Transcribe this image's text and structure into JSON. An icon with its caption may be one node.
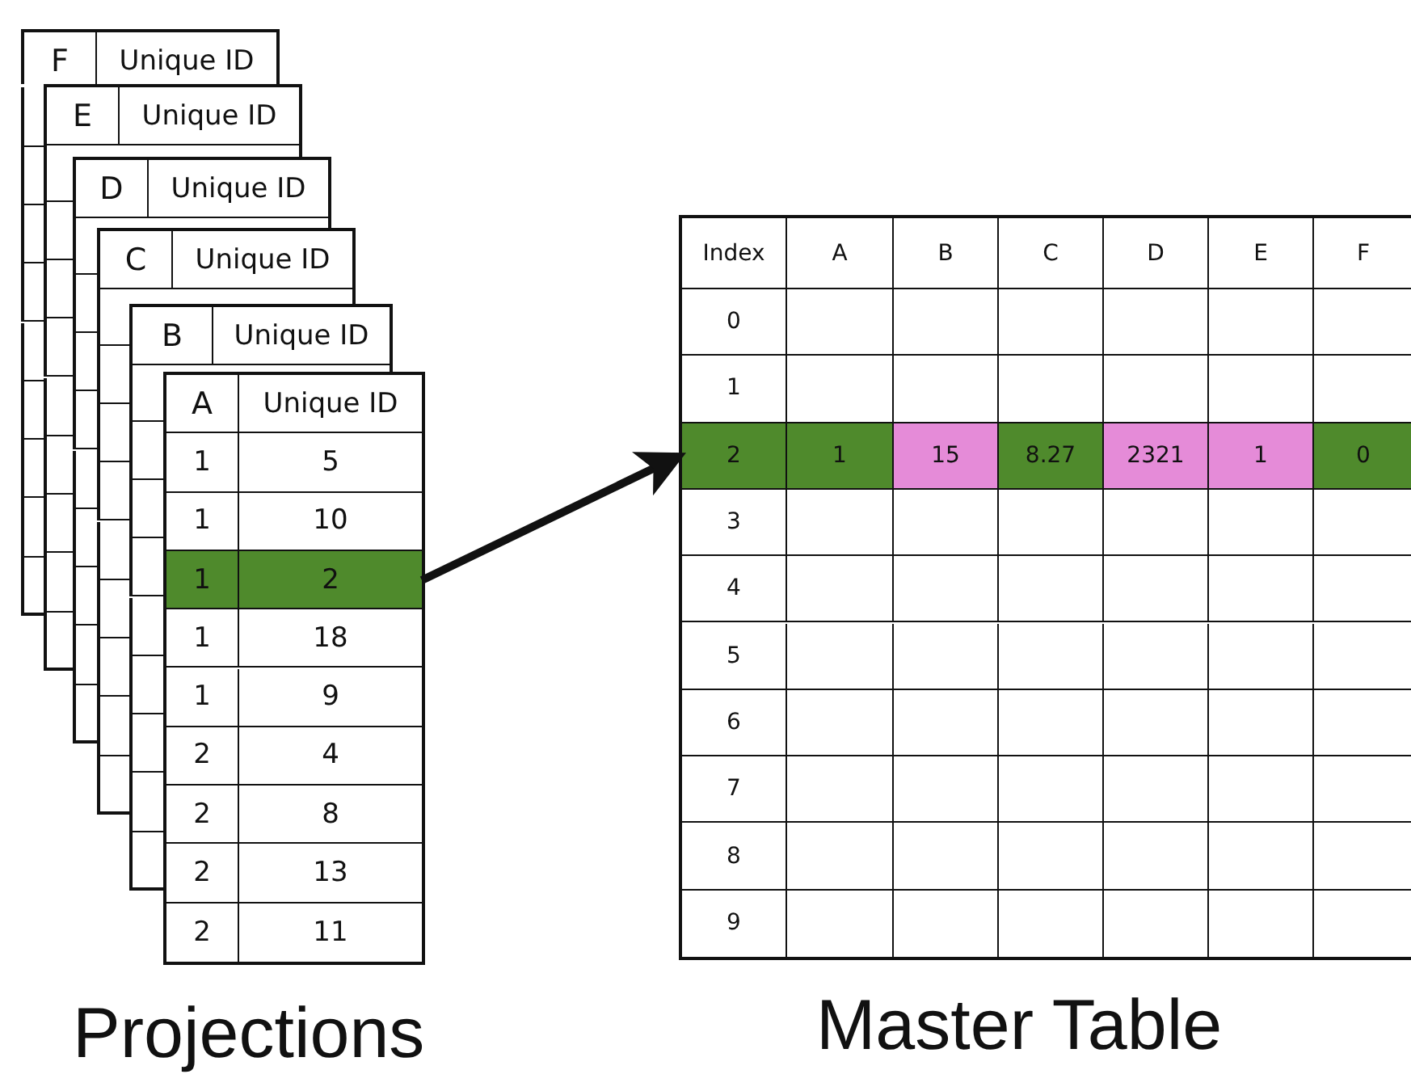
{
  "diagram": {
    "nodes": [
      {
        "text": [
          "F",
          "Unique ID"
        ]
      },
      {
        "text": [
          "E",
          "Unique ID"
        ]
      },
      {
        "text": [
          "D",
          "Unique ID"
        ]
      },
      {
        "text": [
          "C",
          "Unique ID"
        ]
      },
      {
        "text": [
          "B",
          "Unique ID"
        ]
      },
      {
        "text": [
          "A",
          "Unique ID"
        ]
      },
      {
        "text": [
          "1",
          "2"
        ],
        "in": 5
      },
      {
        "text": [
          "Index",
          "A",
          "B",
          "C",
          "D",
          "E",
          "F"
        ]
      },
      {
        "text": [
          "2",
          "1",
          "15",
          "8.27",
          "2321",
          "1",
          "0"
        ],
        "in": 7
      }
    ],
    "edges": [
      {
        "from": 6,
        "to": 8,
        "arrow": "to"
      }
    ],
    "labels": [
      "1",
      "5",
      "1",
      "10",
      "1",
      "18",
      "1",
      "9",
      "2",
      "4",
      "2",
      "8",
      "2",
      "13",
      "2",
      "11",
      "0",
      "1",
      "3",
      "4",
      "5",
      "6",
      "7",
      "8",
      "9",
      "Projections",
      "Master Table"
    ]
  }
}
